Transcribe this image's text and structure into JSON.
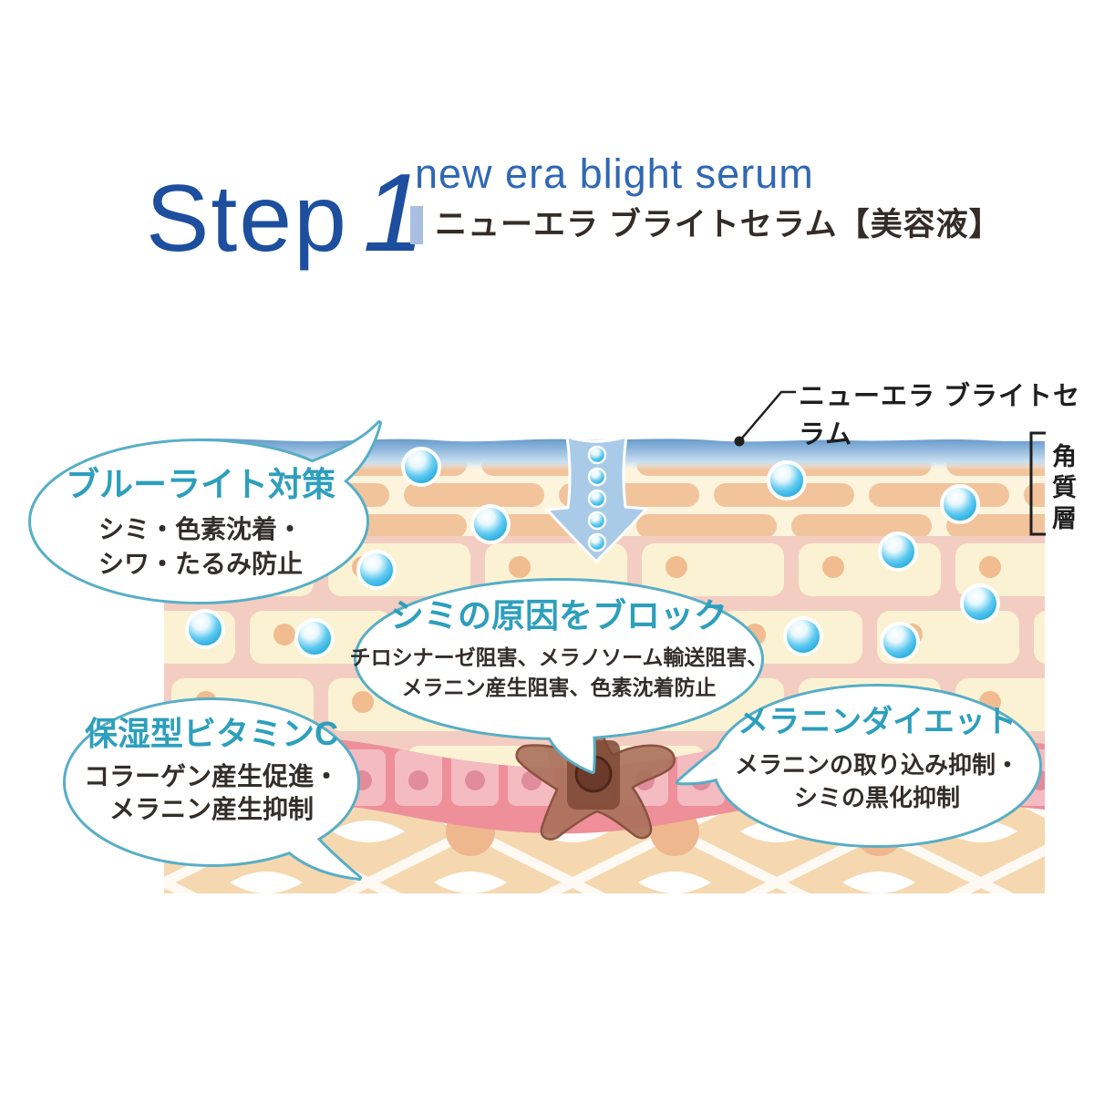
{
  "header": {
    "step_label": "Step",
    "step_number": "1",
    "product_name_en": "new era blight serum",
    "product_name_jp": "ニューエラ ブライトセラム【美容液】"
  },
  "diagram": {
    "surface_label": "ニューエラ ブライトセラム",
    "layer_label": "角質層",
    "bubbles": [
      {
        "title": "ブルーライト対策",
        "lines": [
          "シミ・色素沈着・",
          "シワ・たるみ防止"
        ]
      },
      {
        "title": "シミの原因をブロック",
        "lines": [
          "チロシナーゼ阻害、メラノソーム輸送阻害、",
          "メラニン産生阻害、色素沈着防止"
        ]
      },
      {
        "title": "保湿型ビタミンC",
        "lines": [
          "コラーゲン産生促進・",
          "メラニン産生抑制"
        ]
      },
      {
        "title": "メラニンダイエット",
        "lines": [
          "メラニンの取り込み抑制・",
          "シミの黒化抑制"
        ]
      }
    ]
  },
  "colors": {
    "step_blue": "#1d4f9e",
    "subtitle_blue": "#3068b5",
    "title_bar_blue": "#a9bfe2",
    "bubble_border_teal": "#57aec6",
    "bubble_title_teal": "#2d9fbc",
    "body_text": "#332e2b",
    "serum_particle_blue": "#119fda",
    "arrow_blue": "#a9cbe8",
    "corneum_brick": "#f2c49c",
    "epidermis_cell": "#fbf2d3",
    "basal_band_pink": "#ee8f99",
    "dermis_tan": "#f5d8b0",
    "melanocyte_brown": "#a8705a"
  }
}
